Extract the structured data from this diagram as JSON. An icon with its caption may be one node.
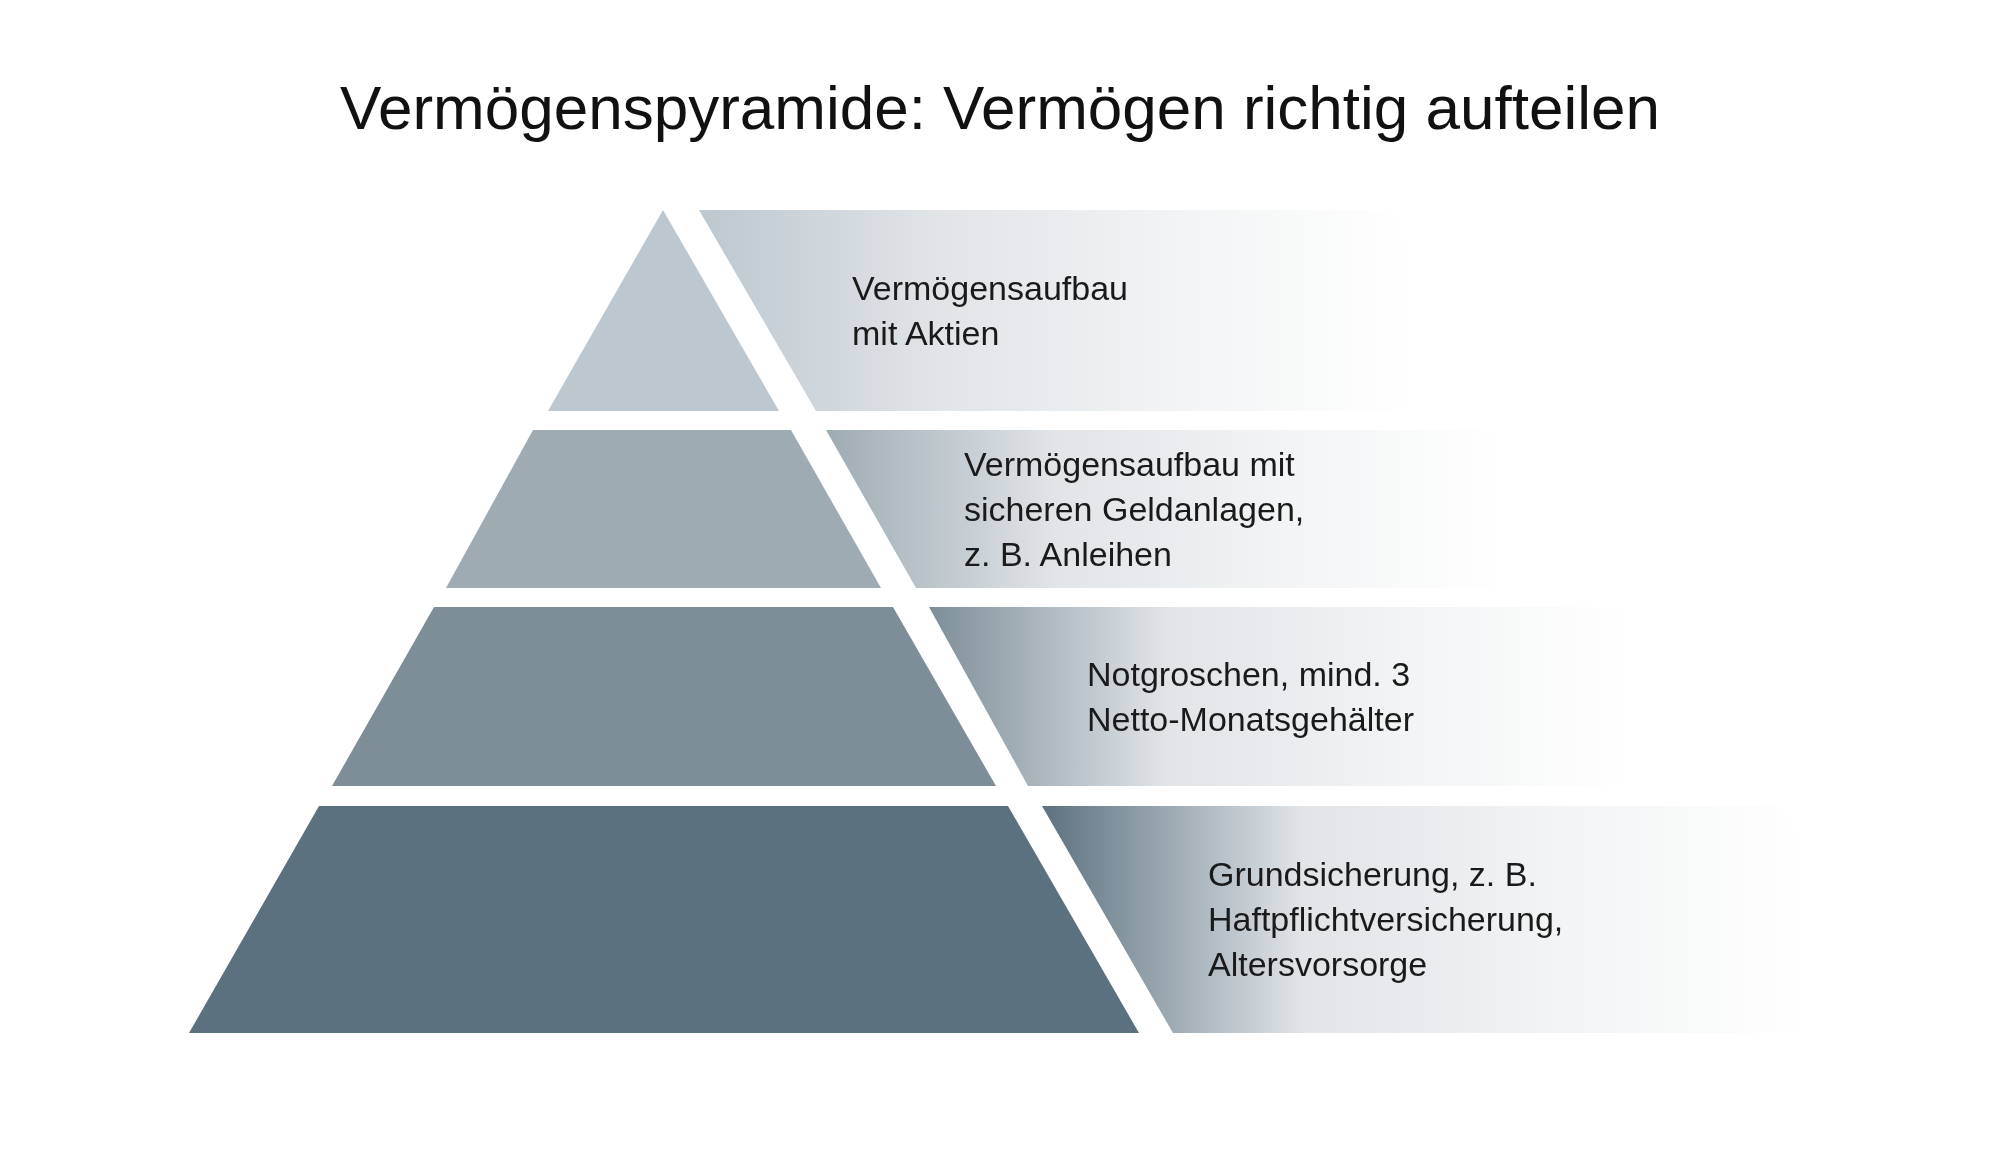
{
  "diagram": {
    "title": "Vermögenspyramide: Vermögen richtig aufteilen",
    "nodes": [
      {
        "text": [
          "Vermögensaufbau mit Aktien"
        ]
      },
      {
        "text": [
          "Vermögensaufbau mit sicheren Geldanlagen, z. B. Anleihen"
        ]
      },
      {
        "text": [
          "Notgroschen, mind. 3 Netto-Monatsgehälter"
        ]
      },
      {
        "text": [
          "Grundsicherung, z. B. Haftpflichtversicherung, Altersvorsorge"
        ]
      }
    ]
  }
}
